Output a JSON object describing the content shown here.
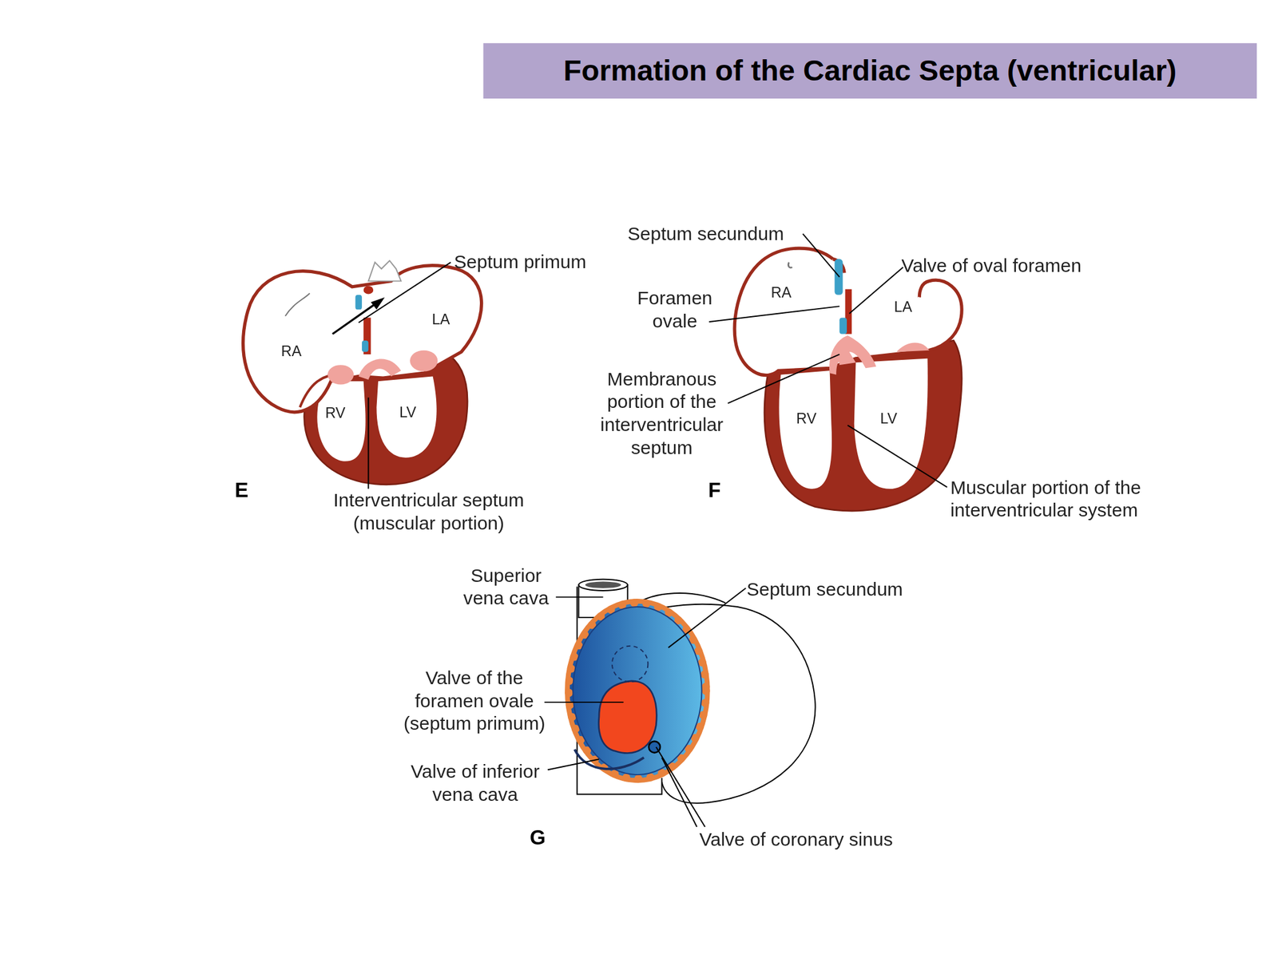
{
  "diagram": {
    "title": "Formation of the Cardiac Septa (ventricular)",
    "labels": [
      "Septum primum",
      "RA",
      "LA",
      "RV",
      "LV",
      "E",
      "Interventricular septum (muscular portion)",
      "Septum secundum",
      "Valve of oval foramen",
      "RA",
      "Foramen ovale",
      "LA",
      "Membranous portion of the interventricular septum",
      "RV",
      "LV",
      "F",
      "Muscular portion of the interventricular system",
      "Superior vena cava",
      "Septum secundum",
      "Valve of the foramen ovale (septum primum)",
      "Valve of inferior vena cava",
      "G",
      "Valve of coronary sinus"
    ]
  }
}
